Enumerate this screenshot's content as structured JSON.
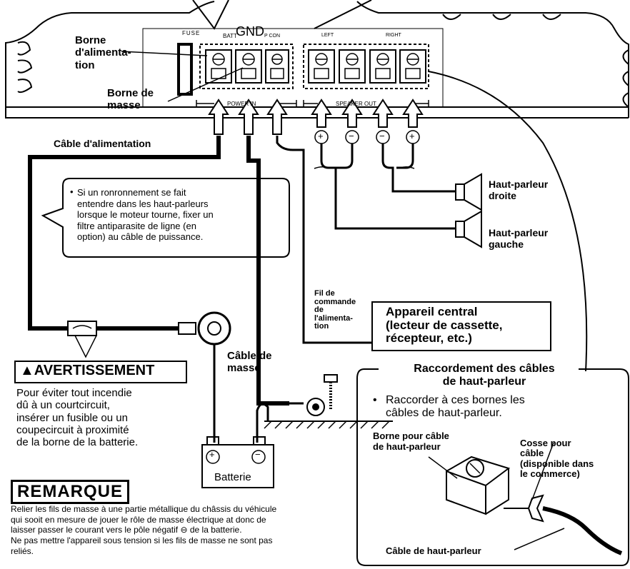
{
  "amp": {
    "fuse_label": "FUSE",
    "batt_label": "BATT",
    "gnd_label": "GND",
    "pcon_label": "P CON",
    "left_label": "LEFT",
    "right_label": "RIGHT",
    "power_in_label": "POWER IN",
    "speaker_out_label": "SPEAKER OUT"
  },
  "labels": {
    "borne_alim": "Borne\nd'alimenta-\ntion",
    "borne_masse": "Borne de\nmasse",
    "cable_alim": "Câble d'alimentation",
    "hp_droite": "Haut-parleur\ndroite",
    "hp_gauche": "Haut-parleur\ngauche",
    "fil_commande": "Fil de\ncommande\nde\nl'alimenta-\ntion",
    "cable_masse": "Câble de\nmasse",
    "batterie": "Batterie"
  },
  "callout": {
    "bullet": "•",
    "text": "Si un ronronnement se fait\nentendre dans les haut-parleurs\nlorsque le moteur tourne, fixer un\nfiltre antiparasite de ligne (en\noption) au câble de puissance."
  },
  "head_unit": {
    "text": "Appareil central\n(lecteur de cassette,\nrécepteur, etc.)"
  },
  "warning": {
    "icon": "▲",
    "title": "AVERTISSEMENT",
    "body": "Pour éviter tout incendie\ndû à un courtcircuit,\ninsérer un fusible ou un\ncoupecircuit à proximité\nde la borne de la batterie."
  },
  "remarque": {
    "title": "REMARQUE",
    "body": "Relier les fils de masse à une partie métallique du châssis du véhicule\nqui sooit en mesure de jouer le rôle de masse électrique at donc de\nlaisser passer le courant vers le pôle négatif ⊖ de la batterie.\nNe pas mettre l'appareil sous tension si les fils de masse ne sont pas\nreliés."
  },
  "raccordement": {
    "title": "Raccordement des câbles\nde haut-parleur",
    "bullet": "•",
    "text": "Raccorder à ces bornes les\ncâbles de haut-parleur.",
    "borne_label": "Borne pour câble\nde haut-parleur",
    "cosse_label": "Cosse pour\ncâble\n(disponible dans\nle commerce)",
    "cable_label": "Câble de haut-parleur"
  },
  "symbols": {
    "plus": "+",
    "minus": "−"
  }
}
